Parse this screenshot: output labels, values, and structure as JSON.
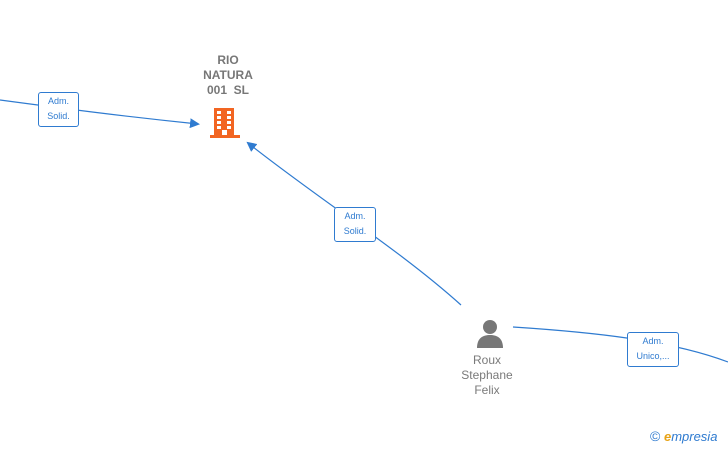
{
  "nodes": {
    "company": {
      "label_lines": [
        "RIO",
        "NATURA",
        "001  SL"
      ],
      "icon": "building-icon",
      "color": "#f26522"
    },
    "person": {
      "label_lines": [
        "Roux",
        "Stephane",
        "Felix"
      ],
      "icon": "person-icon",
      "color": "#777777"
    }
  },
  "edges": [
    {
      "label_lines": [
        "Adm.",
        "Solid."
      ]
    },
    {
      "label_lines": [
        "Adm.",
        "Solid."
      ]
    },
    {
      "label_lines": [
        "Adm.",
        "Unico,..."
      ]
    }
  ],
  "edge_color": "#2f7bd0",
  "brand": {
    "copyright_symbol": "©",
    "name_first": "e",
    "name_rest": "mpresia"
  }
}
